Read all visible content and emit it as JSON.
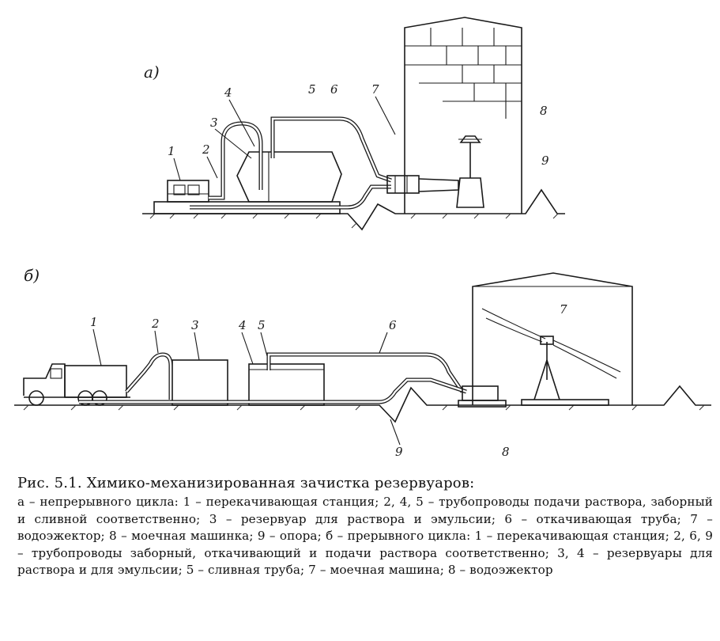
{
  "diagram_a": {
    "panel_label": "a)",
    "callouts": [
      "1",
      "2",
      "3",
      "4",
      "5",
      "6",
      "7",
      "8",
      "9"
    ]
  },
  "diagram_b": {
    "panel_label": "б)",
    "callouts": [
      "1",
      "2",
      "3",
      "4",
      "5",
      "6",
      "7",
      "8",
      "9"
    ]
  },
  "caption": {
    "title": "Рис. 5.1. Химико-механизированная зачистка резервуаров:",
    "text": "а – непрерывного цикла: 1 – перекачивающая станция; 2, 4, 5 – трубопроводы подачи раствора, заборный и сливной соответственно; 3 – резервуар для раствора и эмульсии; 6 – откачивающая труба; 7 – водоэжектор; 8 – моечная машинка; 9 – опора; б – прерывного цикла: 1 – перекачивающая станция; 2, 6, 9 – трубопроводы заборный, откачивающий и подачи раствора соответственно; 3, 4 – резервуары для раствора и для эмульсии; 5 – сливная труба; 7 – моечная машина; 8 – водоэжектор"
  }
}
